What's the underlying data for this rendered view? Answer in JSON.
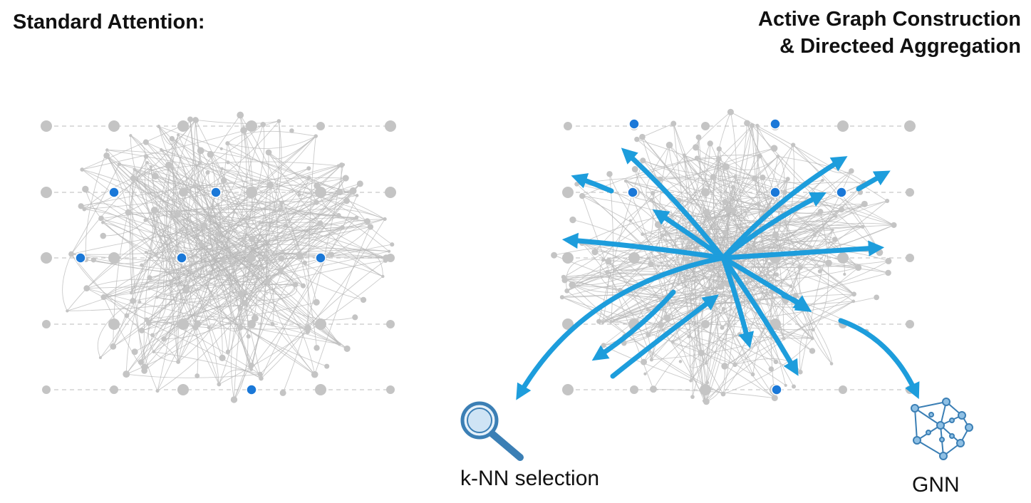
{
  "titles": {
    "left": "Standard Attention:",
    "right_line1": "Active Graph Construction",
    "right_line2": "& Directeed Aggregation"
  },
  "labels": {
    "knn": "k-NN selection",
    "gnn": "GNN"
  },
  "icons": {
    "knn": "magnifier-icon",
    "gnn": "graph-network-icon"
  },
  "colors": {
    "node_gray": "#c4c4c4",
    "edge_gray": "#b8b8b8",
    "highlight_blue": "#1a78d8",
    "arrow_blue": "#1d9ddc",
    "icon_blue": "#3b7fb5"
  }
}
